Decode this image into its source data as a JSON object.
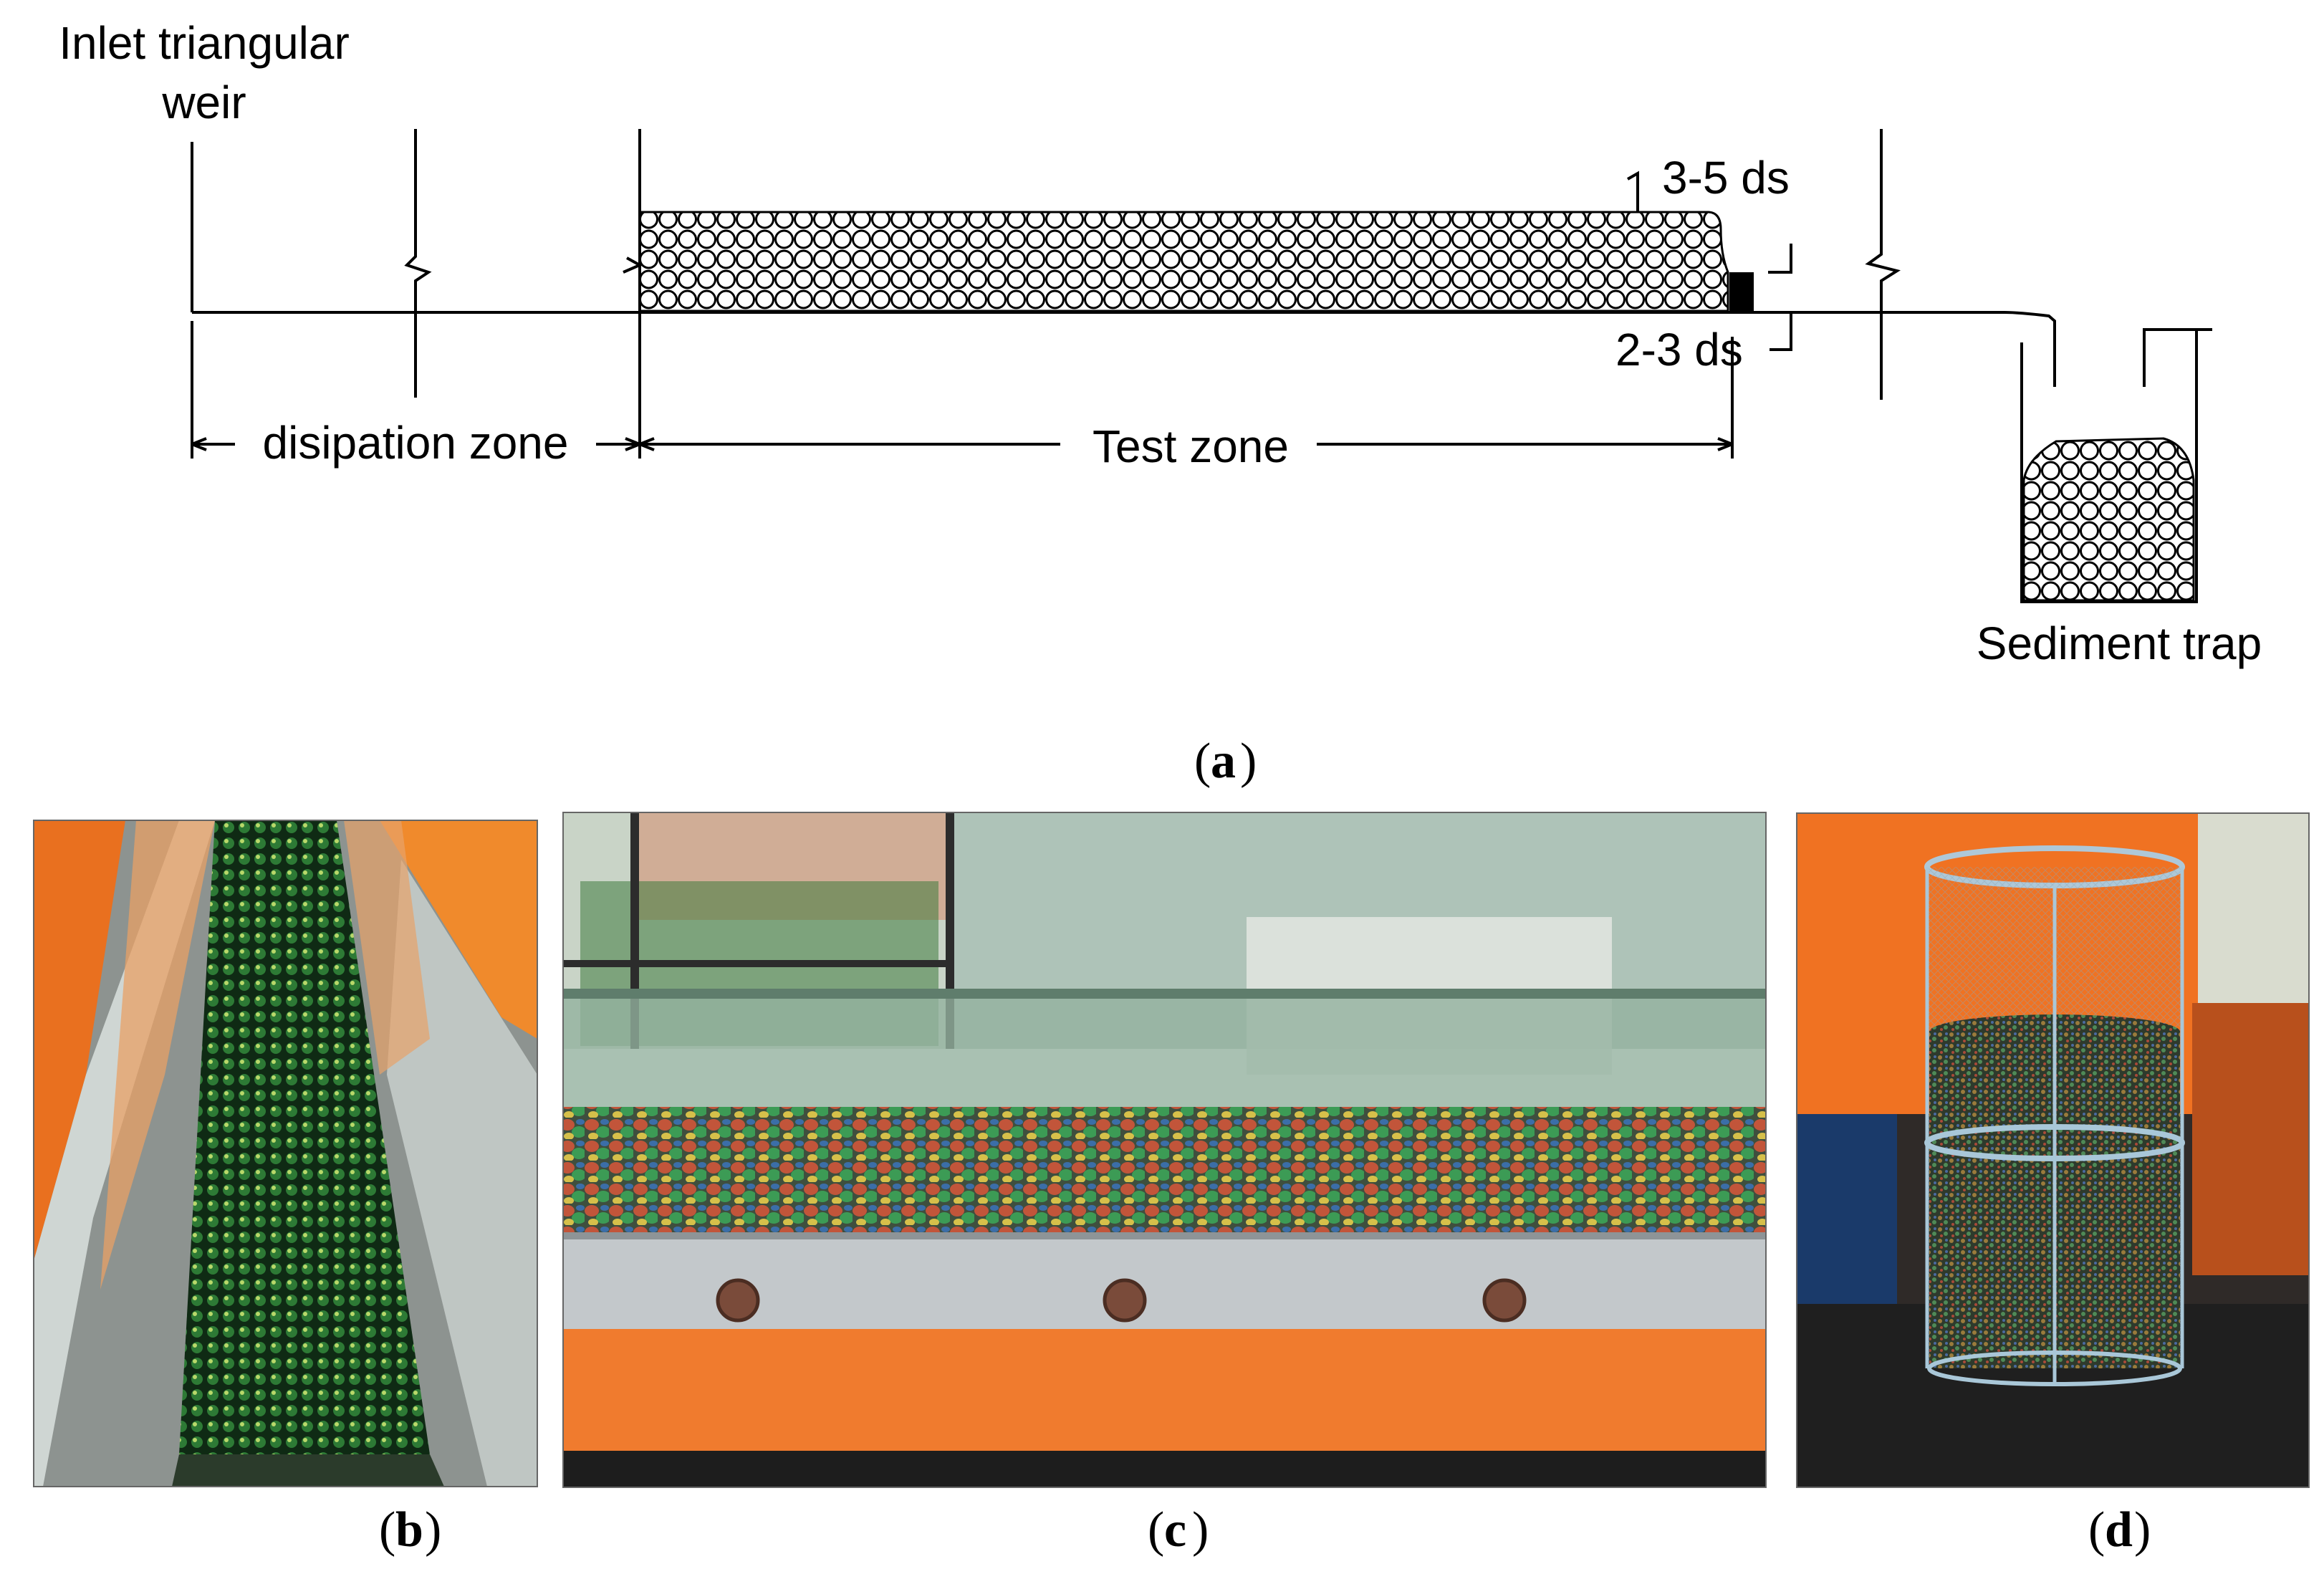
{
  "schematic": {
    "inlet_label_line1": "Inlet triangular",
    "inlet_label_line2": "weir",
    "top_layer_label": "3-5 ds",
    "bottom_layer_label": "2-3 ds",
    "dissipation_zone_label": "disipation zone",
    "test_zone_label": "Test zone",
    "sediment_trap_label": "Sediment trap"
  },
  "captions": {
    "a_letter": "a",
    "b_letter": "b",
    "c_letter": "c",
    "d_letter": "d"
  },
  "colors": {
    "line": "#000000",
    "flume_orange": "#f07b2e",
    "marble_green": "#1f5e2a",
    "water": "#9db9ad",
    "metal": "#b9bec2"
  }
}
